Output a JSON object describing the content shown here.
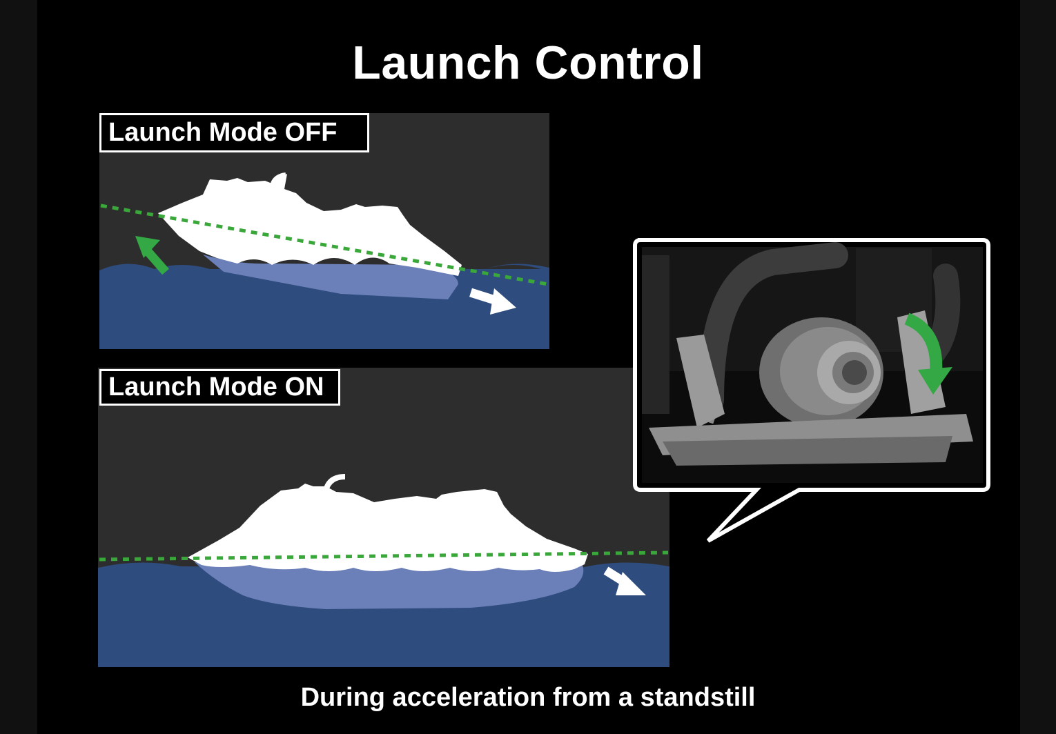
{
  "title": "Launch Control",
  "caption": "During acceleration from a standstill",
  "panels": {
    "off": {
      "label": "Launch Mode OFF"
    },
    "on": {
      "label": "Launch Mode ON"
    }
  },
  "colors": {
    "background": "#000000",
    "panel_sky": "#2d2d2d",
    "water": "#2e4c7e",
    "hull_underwater": "#6b7fb8",
    "boat": "#ffffff",
    "trim_line": "#3aa73a",
    "arrow_green": "#33a845",
    "arrow_white": "#ffffff"
  },
  "icons": [
    "up-left-arrow-icon",
    "right-arrow-icon",
    "rotate-arrow-icon"
  ]
}
